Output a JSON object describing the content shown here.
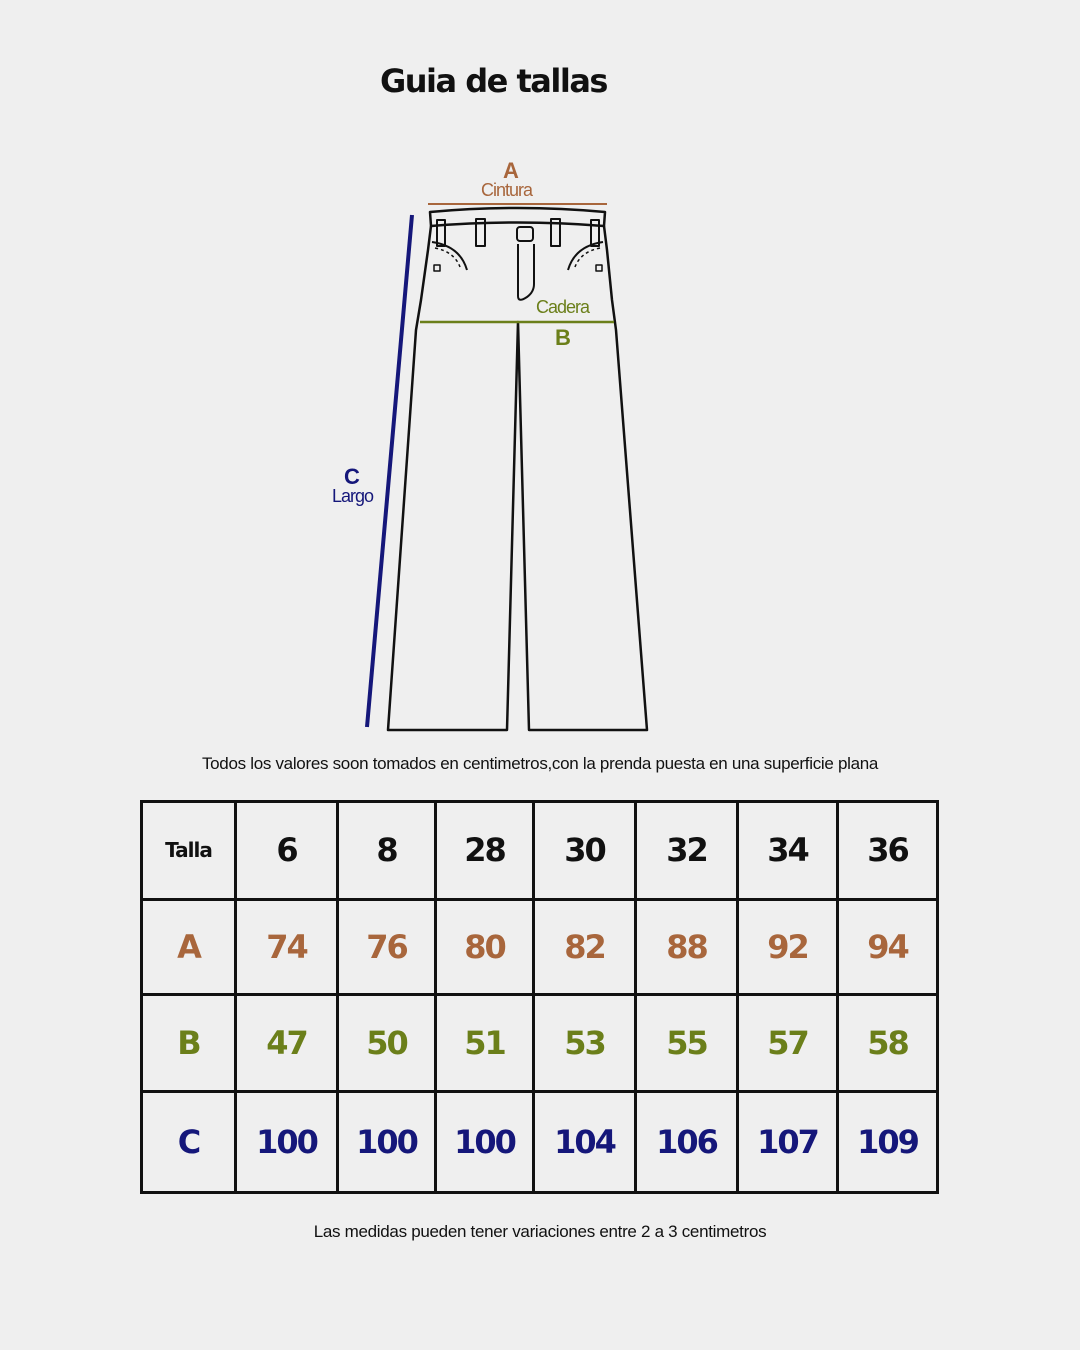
{
  "title": "Guia de tallas",
  "colors": {
    "a": "#a8663c",
    "b": "#6b7f1a",
    "c": "#15177a",
    "ink": "#111111",
    "background": "#efefef"
  },
  "diagram": {
    "a": {
      "letter": "A",
      "word": "Cintura"
    },
    "b": {
      "letter": "B",
      "word": "Cadera"
    },
    "c": {
      "letter": "C",
      "word": "Largo"
    }
  },
  "note_top": "Todos los valores soon tomados en centimetros,con la prenda puesta en una superficie plana",
  "table": {
    "header_label": "Talla",
    "sizes": [
      "6",
      "8",
      "28",
      "30",
      "32",
      "34",
      "36"
    ],
    "rows": [
      {
        "label": "A",
        "values": [
          "74",
          "76",
          "80",
          "82",
          "88",
          "92",
          "94"
        ]
      },
      {
        "label": "B",
        "values": [
          "47",
          "50",
          "51",
          "53",
          "55",
          "57",
          "58"
        ]
      },
      {
        "label": "C",
        "values": [
          "100",
          "100",
          "100",
          "104",
          "106",
          "107",
          "109"
        ]
      }
    ]
  },
  "note_bottom": "Las medidas pueden tener variaciones entre 2 a 3 centimetros"
}
